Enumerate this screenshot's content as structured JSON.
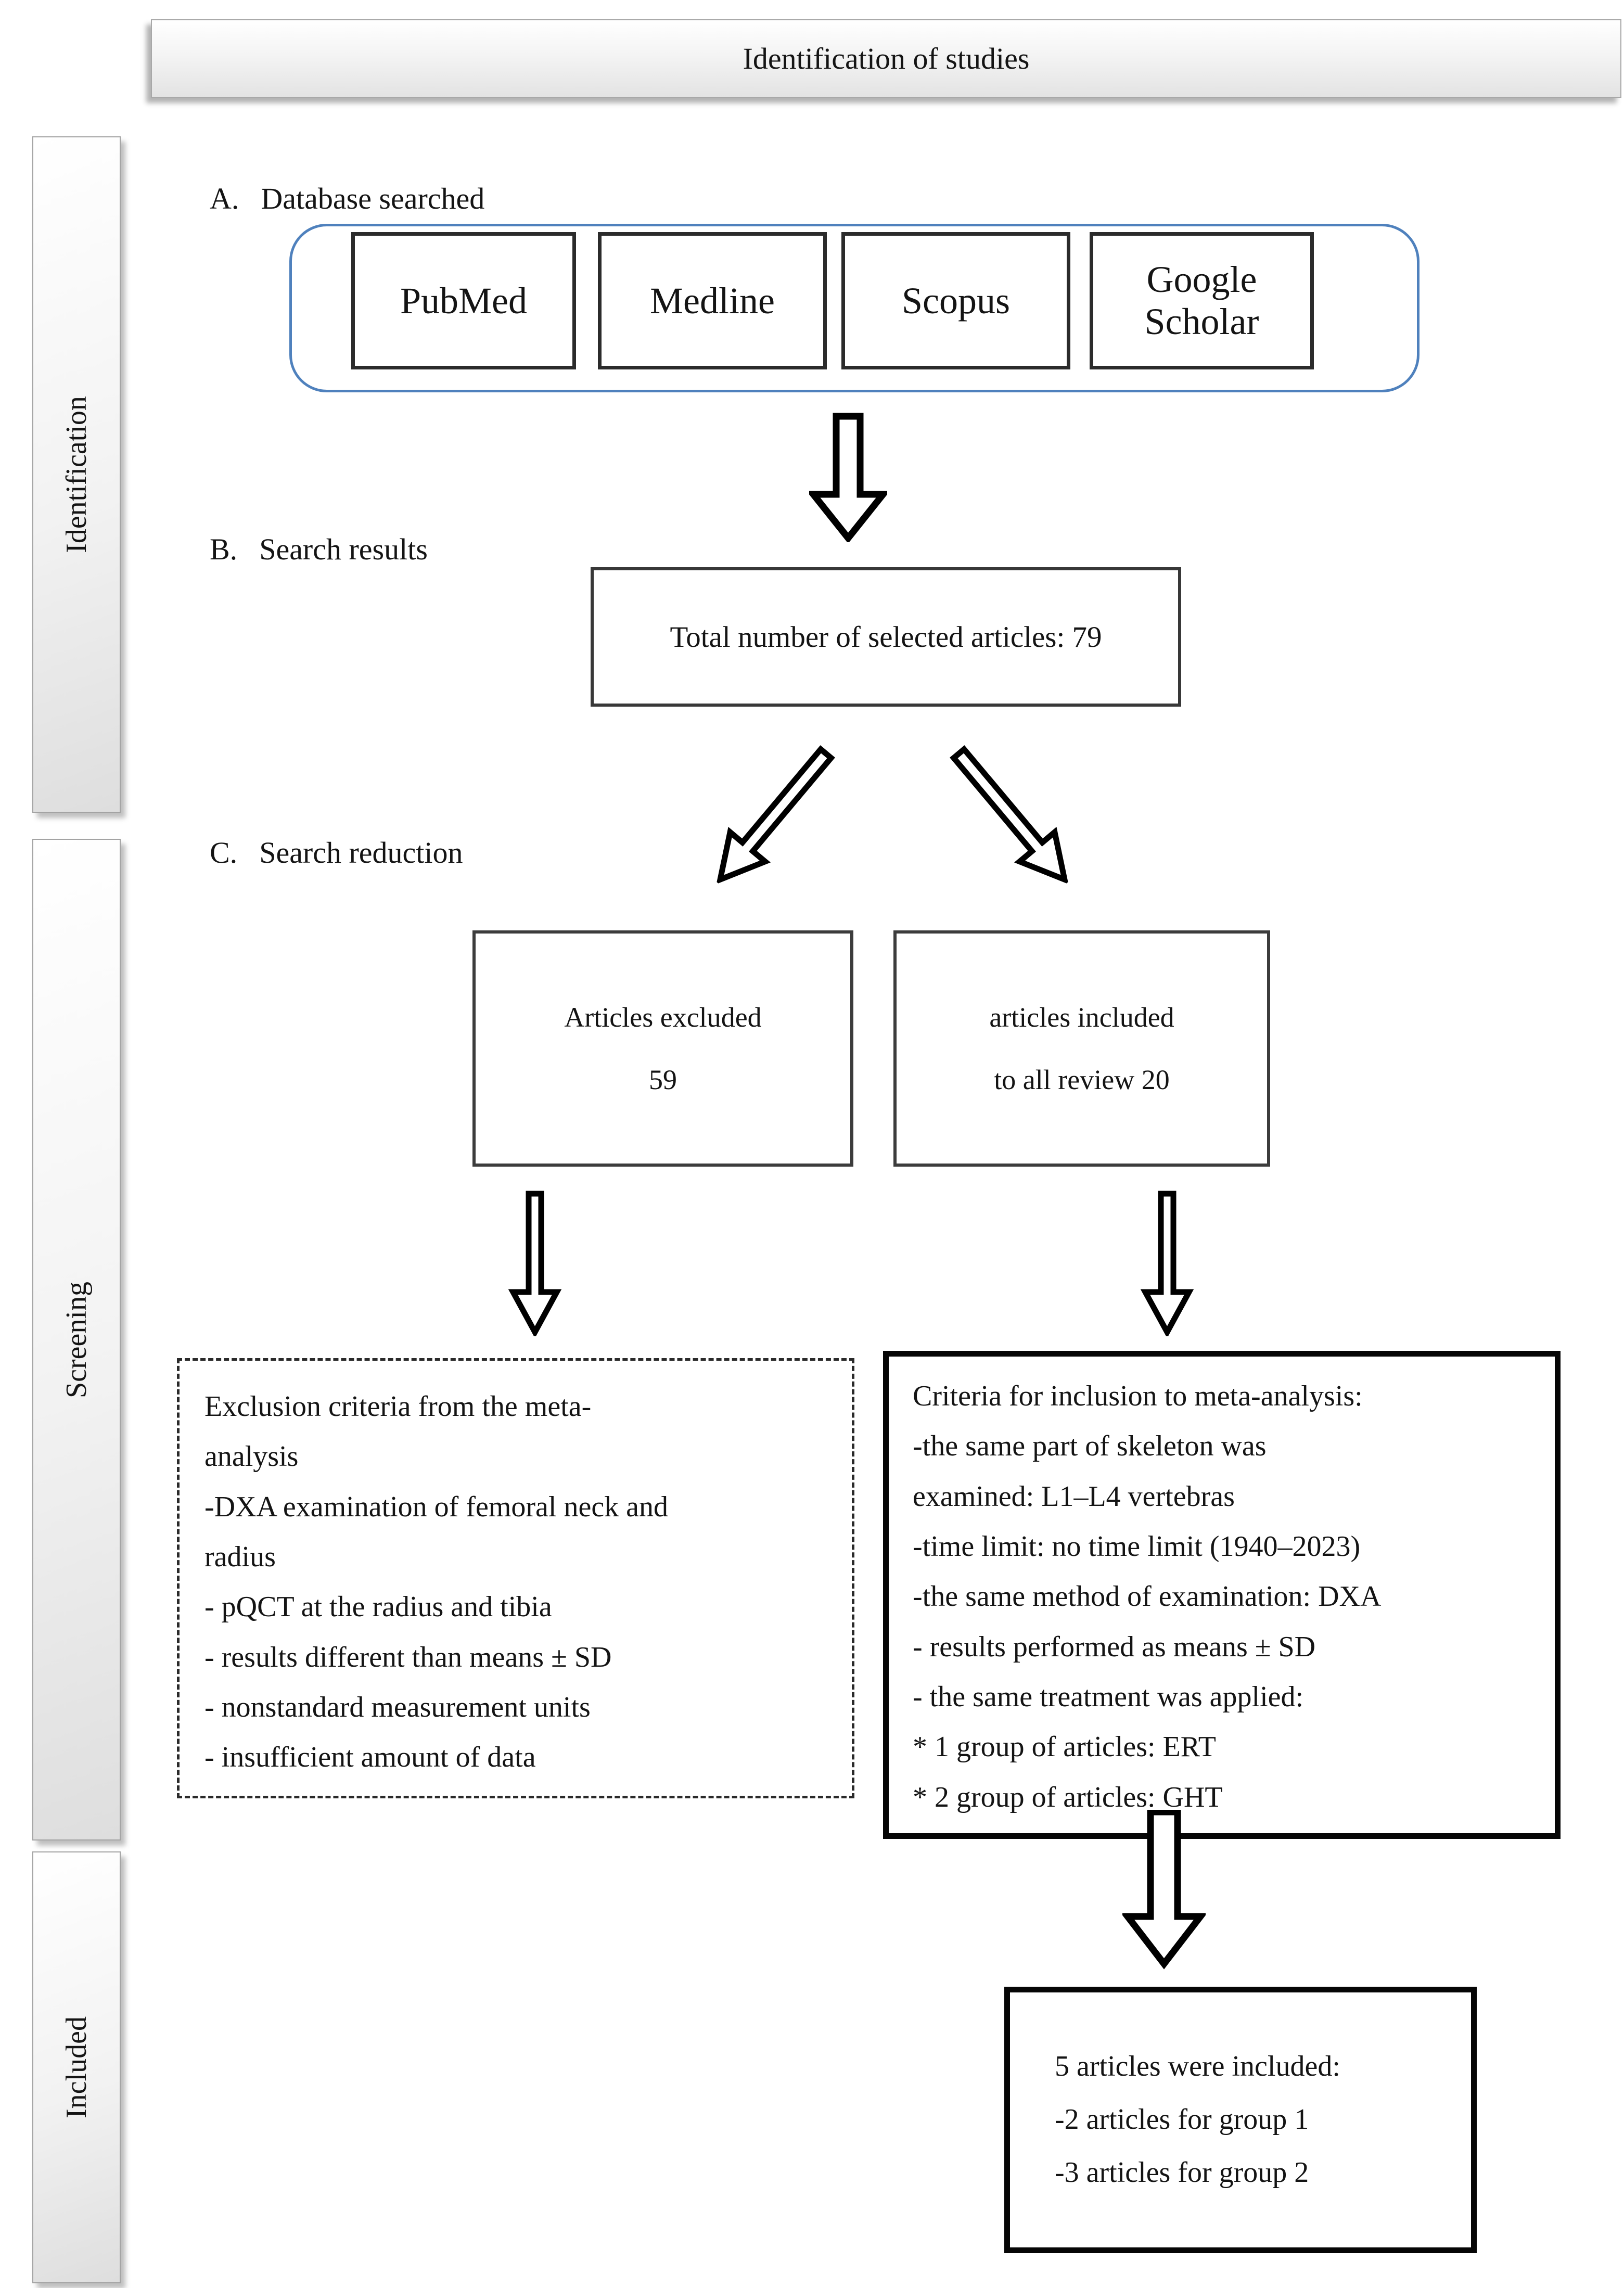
{
  "header": {
    "title": "Identification of studies"
  },
  "sidebar": {
    "stages": [
      {
        "label": "Identification"
      },
      {
        "label": "Screening"
      },
      {
        "label": "Included"
      }
    ]
  },
  "sections": [
    {
      "letter": "A.",
      "title": "Database searched"
    },
    {
      "letter": "B.",
      "title": "Search results"
    },
    {
      "letter": "C.",
      "title": "Search reduction"
    }
  ],
  "databases": [
    {
      "name": "PubMed"
    },
    {
      "name": "Medline"
    },
    {
      "name": "Scopus"
    },
    {
      "name": "Google Scholar"
    }
  ],
  "search_results": {
    "total": "Total number of selected articles: 79"
  },
  "reduction": {
    "excluded": {
      "line1": "Articles excluded",
      "line2": "59"
    },
    "included": {
      "line1": "articles included",
      "line2": "to all review 20"
    }
  },
  "exclusion_criteria": {
    "lines": [
      "Exclusion criteria from the meta-",
      "analysis",
      "-DXA examination of femoral neck and",
      "radius",
      "- pQCT at the radius and tibia",
      "- results different than means ± SD",
      "- nonstandard measurement units",
      "- insufficient amount of data"
    ]
  },
  "inclusion_criteria": {
    "lines": [
      "Criteria for inclusion to meta-analysis:",
      "-the same part of skeleton was",
      "examined: L1–L4 vertebras",
      "-time limit: no time limit (1940–2023)",
      "-the same method of examination: DXA",
      "- results performed as means ± SD",
      "- the same treatment was applied:",
      "* 1 group of articles: ERT",
      "* 2 group of articles: GHT"
    ]
  },
  "final": {
    "lines": [
      "5 articles were included:",
      "-2 articles for group 1",
      "-3 articles for group 2"
    ]
  },
  "colors": {
    "container_blue": "#4f81bd",
    "box_border": "#3c3c3c",
    "thick_border": "#060606"
  }
}
